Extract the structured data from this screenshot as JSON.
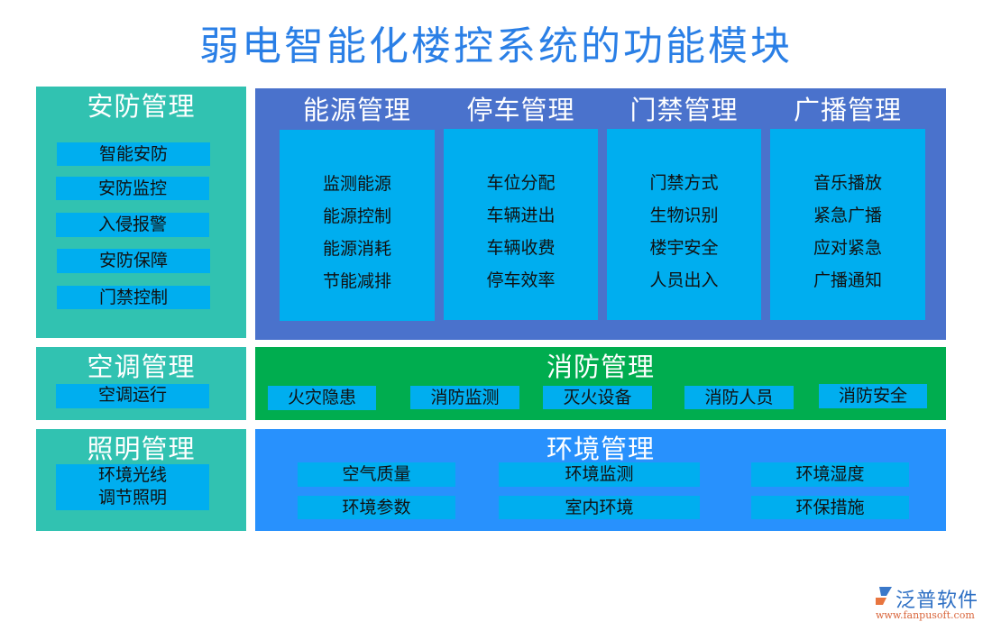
{
  "title": "弱电智能化楼控系统的功能模块",
  "security": {
    "title": "安防管理",
    "items": [
      "智能安防",
      "安防监控",
      "入侵报警",
      "安防保障",
      "门禁控制"
    ]
  },
  "top_modules": [
    {
      "title": "能源管理",
      "items": [
        "监测能源",
        "能源控制",
        "能源消耗",
        "节能减排"
      ]
    },
    {
      "title": "停车管理",
      "items": [
        "车位分配",
        "车辆进出",
        "车辆收费",
        "停车效率"
      ]
    },
    {
      "title": "门禁管理",
      "items": [
        "门禁方式",
        "生物识别",
        "楼宇安全",
        "人员出入"
      ]
    },
    {
      "title": "广播管理",
      "items": [
        "音乐播放",
        "紧急广播",
        "应对紧急",
        "广播通知"
      ]
    }
  ],
  "hvac": {
    "title": "空调管理",
    "items": [
      "空调运行"
    ]
  },
  "fire": {
    "title": "消防管理",
    "items": [
      "火灾隐患",
      "消防监测",
      "灭火设备",
      "消防人员",
      "消防安全"
    ]
  },
  "lighting": {
    "title": "照明管理",
    "items": [
      "环境光线",
      "调节照明"
    ]
  },
  "environment": {
    "title": "环境管理",
    "items": [
      "空气质量",
      "环境监测",
      "环境湿度",
      "环境参数",
      "室内环境",
      "环保措施"
    ]
  },
  "logo": {
    "name": "泛普软件",
    "url": "www.fanpusoft.com",
    "icon": "fanpu-logo-icon"
  },
  "colors": {
    "title": "#2a7fe6",
    "teal": "#31c2b1",
    "blue_panel": "#4a72cc",
    "green_panel": "#00ad4f",
    "env_panel": "#2891fd",
    "chip": "#00aeef"
  }
}
